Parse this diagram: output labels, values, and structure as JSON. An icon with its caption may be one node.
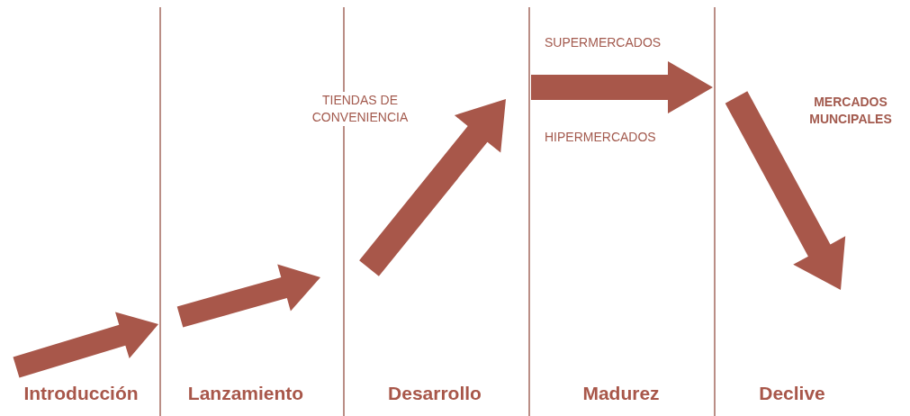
{
  "diagram": {
    "labels": [
      "SUPERMERCADOS",
      "TIENDAS DE CONVENIENCIA",
      "MERCADOS MUNCIPALES",
      "HIPERMERCADOS",
      "Introducción",
      "Lanzamiento",
      "Desarrollo",
      "Madurez",
      "Declive"
    ]
  }
}
